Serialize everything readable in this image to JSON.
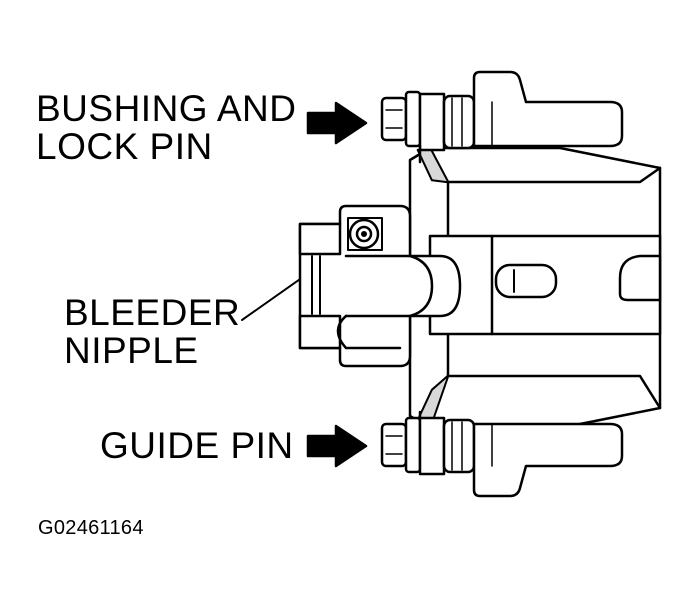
{
  "labels": {
    "bushing_lock_pin_line1": "BUSHING AND",
    "bushing_lock_pin_line2": "LOCK PIN",
    "bleeder_nipple_line1": "BLEEDER",
    "bleeder_nipple_line2": "NIPPLE",
    "guide_pin": "GUIDE PIN",
    "figure_code": "G02461164"
  },
  "colors": {
    "ink": "#000000",
    "paper": "#ffffff",
    "shade": "#d8d8d8"
  }
}
